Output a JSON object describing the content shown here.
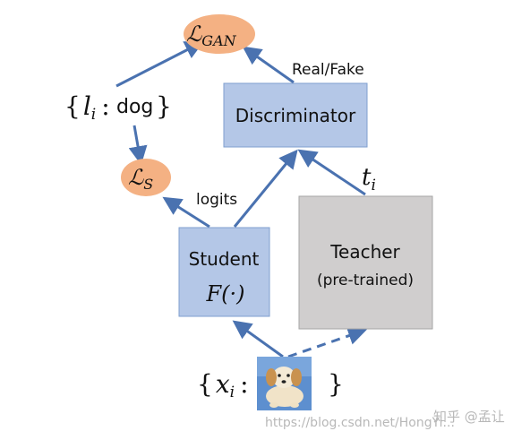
{
  "nodes": {
    "loss_gan": {
      "label": "ℒ",
      "subscript": "GAN"
    },
    "loss_s": {
      "label": "ℒ",
      "subscript": "S"
    },
    "discriminator": {
      "label": "Discriminator"
    },
    "student": {
      "label": "Student",
      "formula": "F(·)"
    },
    "teacher": {
      "label": "Teacher",
      "sublabel": "(pre-trained)"
    }
  },
  "edge_labels": {
    "real_fake": "Real/Fake",
    "logits": "logits",
    "teacher_out": "t",
    "teacher_out_sub": "i"
  },
  "set_label": {
    "open_brace": "{",
    "var": "l",
    "var_sub": "i",
    "colon": ":",
    "value": "dog",
    "close_brace": "}"
  },
  "input_set": {
    "open_brace": "{",
    "var": "x",
    "var_sub": "i",
    "colon": ":",
    "close_brace": "}"
  },
  "watermark": {
    "url": "https://blog.csdn.net/HongYi...",
    "brand": "知乎 @孟让"
  },
  "colors": {
    "box_blue": "#b4c7e7",
    "box_blue_border": "#7f9fcf",
    "box_gray": "#d0cece",
    "box_gray_border": "#a6a6a6",
    "loss_fill": "#f4b183",
    "arrow": "#4a72b0"
  }
}
